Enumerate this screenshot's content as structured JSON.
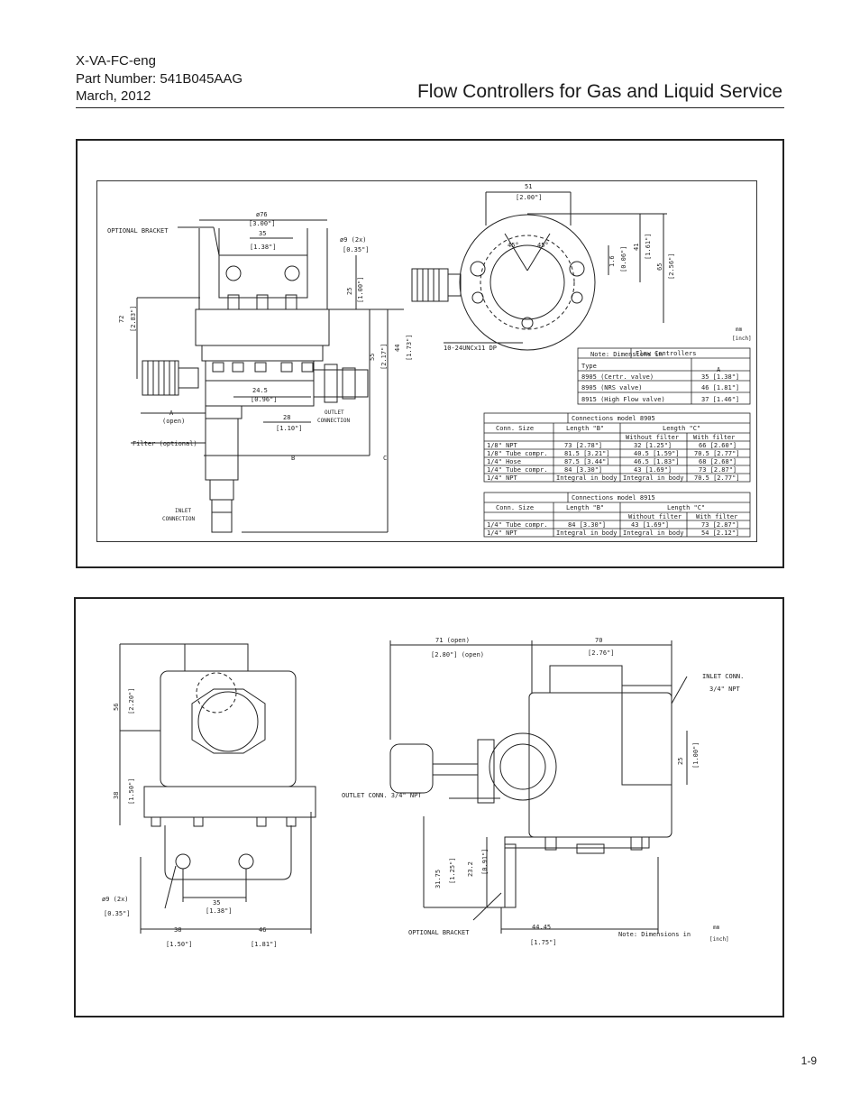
{
  "header": {
    "doc_code": "X-VA-FC-eng",
    "part_number": "Part Number: 541B045AAG",
    "date": "March, 2012",
    "title": "Flow Controllers for Gas and Liquid Service"
  },
  "drawing1": {
    "labels": {
      "optional_bracket": "OPTIONAL BRACKET",
      "d76": "ø76",
      "d76_in": "[3.00\"]",
      "d35": "35",
      "d35_in": "[1.38\"]",
      "hole": "ø9 (2x)",
      "hole_in": "[0.35\"]",
      "d25": "25",
      "d25_in": "[1.00\"]",
      "d72": "72",
      "d72_in": "[2.83\"]",
      "d55": "55",
      "d55_in": "[2.17\"]",
      "d44": "44",
      "d44_in": "[1.73\"]",
      "d245": "24.5",
      "d245_in": "[0.96\"]",
      "d28": "28",
      "d28_in": "[1.10\"]",
      "dimA": "A",
      "dimA_sub": "(open)",
      "outlet1": "OUTLET",
      "outlet2": "CONNECTION",
      "filter": "Filter (optional)",
      "dimB": "B",
      "dimC": "C",
      "inlet1": "INLET",
      "inlet2": "CONNECTION",
      "d51": "51",
      "d51_in": "[2.00\"]",
      "a45a": "45°",
      "a45b": "45°",
      "d16": "1.6",
      "d16_in": "[0.06\"]",
      "d41": "41",
      "d41_in": "[1.61\"]",
      "d65": "65",
      "d65_in": "[2.56\"]",
      "note": "Note: Dimensions in",
      "note_mm": "mm",
      "note_inch": "[inch]",
      "thread": "10-24UNCx11 DP"
    },
    "table_fc": {
      "title": "Flow Controllers",
      "col_type": "Type",
      "col_a": "A",
      "rows": [
        [
          "8905 (Certr. valve)",
          "35 [1.38\"]"
        ],
        [
          "8905 (NRS valve)",
          "46 [1.81\"]"
        ],
        [
          "8915 (High Flow valve)",
          "37 [1.46\"]"
        ]
      ]
    },
    "table_8905": {
      "title": "Connections model 8905",
      "h_size": "Conn. Size",
      "h_b": "Length \"B\"",
      "h_c": "Length \"C\"",
      "h_wo": "Without filter",
      "h_w": "With filter",
      "rows": [
        [
          "1/8\" NPT",
          "73 [2.78\"]",
          "32 [1.25\"]",
          "66 [2.60\"]"
        ],
        [
          "1/8\" Tube compr.",
          "81.5 [3.21\"]",
          "40.5 [1.59\"]",
          "70.5 [2.77\"]"
        ],
        [
          "1/4\" Hose",
          "87.5 [3.44\"]",
          "46.5 [1.83\"]",
          "68 [2.68\"]"
        ],
        [
          "1/4\" Tube compr.",
          "84 [3.30\"]",
          "43 [1.69\"]",
          "73 [2.87\"]"
        ],
        [
          "1/4\" NPT",
          "Integral in body",
          "Integral in body",
          "70.5 [2.77\"]"
        ]
      ]
    },
    "table_8915": {
      "title": "Connections model 8915",
      "h_size": "Conn. Size",
      "h_b": "Length \"B\"",
      "h_c": "Length \"C\"",
      "h_wo": "Without filter",
      "h_w": "With filter",
      "rows": [
        [
          "1/4\" Tube compr.",
          "84 [3.30\"]",
          "43 [1.69\"]",
          "73 [2.87\"]"
        ],
        [
          "1/4\" NPT",
          "Integral in body",
          "Integral in body",
          "54 [2.12\"]"
        ]
      ]
    }
  },
  "drawing2": {
    "labels": {
      "d56": "56",
      "d56_in": "[2.20\"]",
      "d38v": "38",
      "d38v_in": "[1.50\"]",
      "hole": "ø9 (2x)",
      "hole_in": "[0.35\"]",
      "d35": "35",
      "d35_in": "[1.38\"]",
      "d38": "38",
      "d38_in": "[1.50\"]",
      "d46": "46",
      "d46_in": "[1.81\"]",
      "d71": "71 (open)",
      "d71_in": "[2.80\"] (open)",
      "d70": "70",
      "d70_in": "[2.76\"]",
      "inlet1": "INLET CONN.",
      "inlet2": "3/4\" NPT",
      "d25": "25",
      "d25_in": "[1.00\"]",
      "outlet": "OUTLET CONN. 3/4\" NPT",
      "d3175": "31.75",
      "d3175_in": "[1.25\"]",
      "d232": "23.2",
      "d232_in": "[0.91\"]",
      "bracket": "OPTIONAL BRACKET",
      "d4445": "44.45",
      "d4445_in": "[1.75\"]",
      "note": "Note: Dimensions in",
      "note_mm": "mm",
      "note_inch": "[inch]"
    }
  },
  "footer": {
    "page": "1-9"
  }
}
